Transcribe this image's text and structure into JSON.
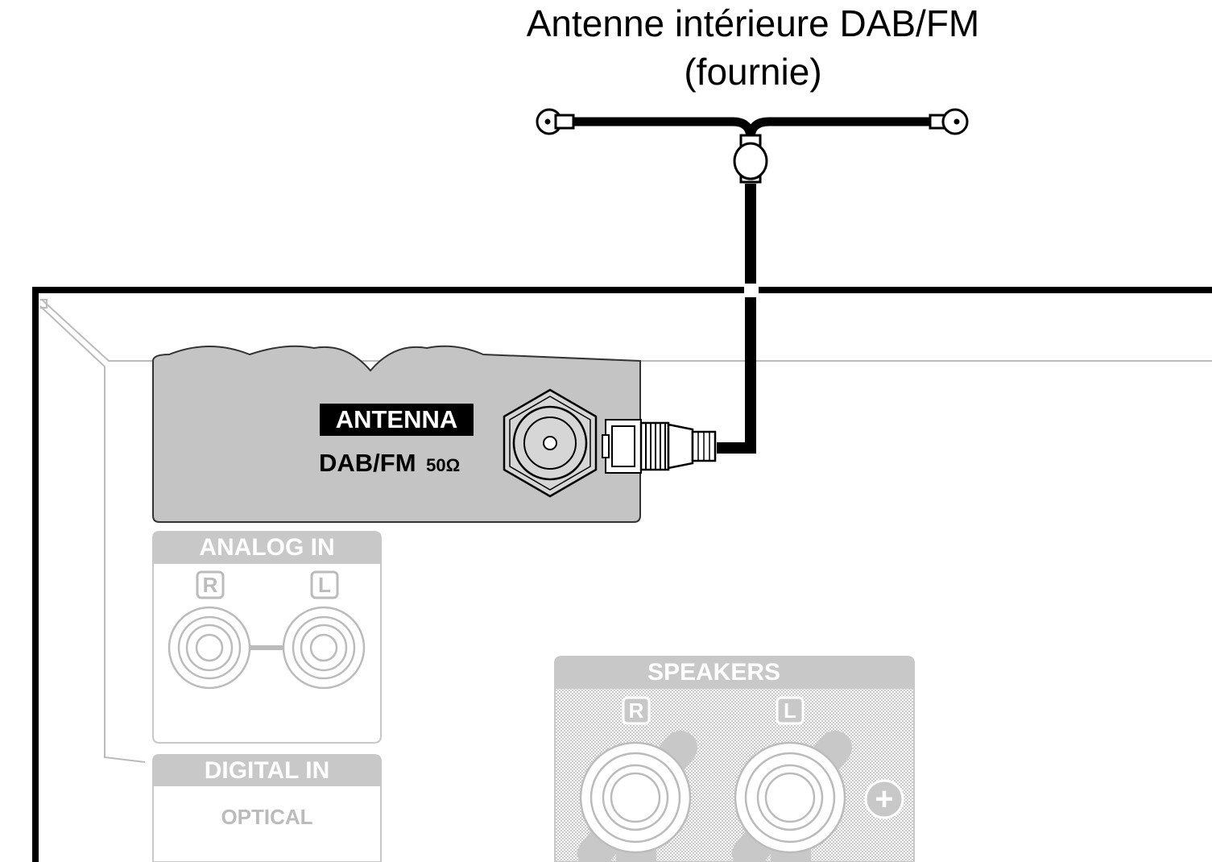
{
  "caption": {
    "line1": "Antenne intérieure DAB/FM",
    "line2": "(fournie)"
  },
  "antenna_panel": {
    "badge": "ANTENNA",
    "jack_label": "DAB/FM",
    "impedance": "50Ω"
  },
  "analog_in": {
    "title": "ANALOG IN",
    "right": "R",
    "left": "L"
  },
  "digital_in": {
    "title": "DIGITAL IN",
    "sub": "OPTICAL"
  },
  "speakers": {
    "title": "SPEAKERS",
    "right": "R",
    "left": "L",
    "polarity": "+"
  },
  "colors": {
    "line": "#000000",
    "panel": "#c4c4c4",
    "panel_border": "#333333",
    "faded": "#b8b8b8",
    "faded_light": "#d0d0d0"
  }
}
